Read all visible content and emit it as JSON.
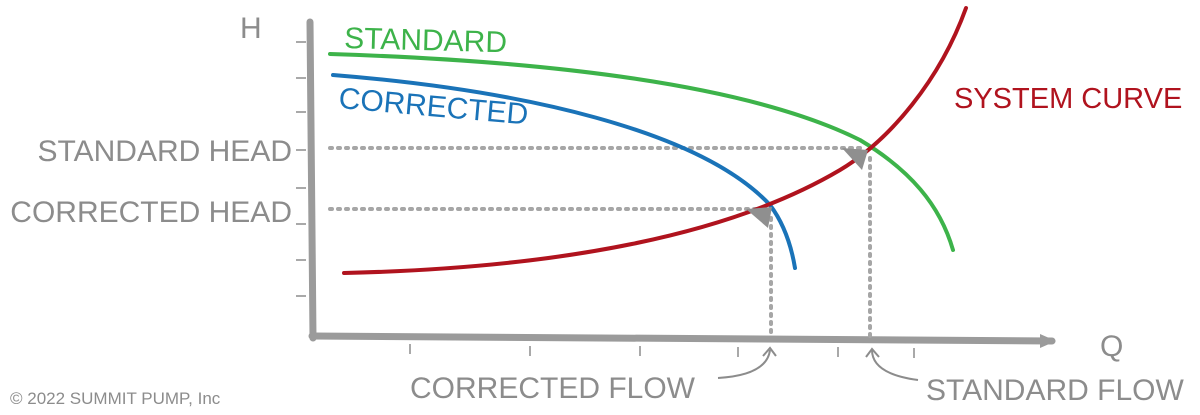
{
  "axes": {
    "y_label": "H",
    "x_label": "Q"
  },
  "curves": {
    "standard": {
      "label": "STANDARD",
      "color": "#3db34a"
    },
    "corrected": {
      "label": "CORRECTED",
      "color": "#1a73b8"
    },
    "system": {
      "label": "SYSTEM CURVE",
      "color": "#b0131e"
    }
  },
  "markers": {
    "standard_head": "STANDARD HEAD",
    "corrected_head": "CORRECTED HEAD",
    "corrected_flow": "CORRECTED FLOW",
    "standard_flow": "STANDARD FLOW"
  },
  "copyright": "© 2022 SUMMIT PUMP, Inc",
  "colors": {
    "axis": "#9b9b9b",
    "label_gray": "#8c8c8c",
    "guide": "#a6a6a6"
  }
}
